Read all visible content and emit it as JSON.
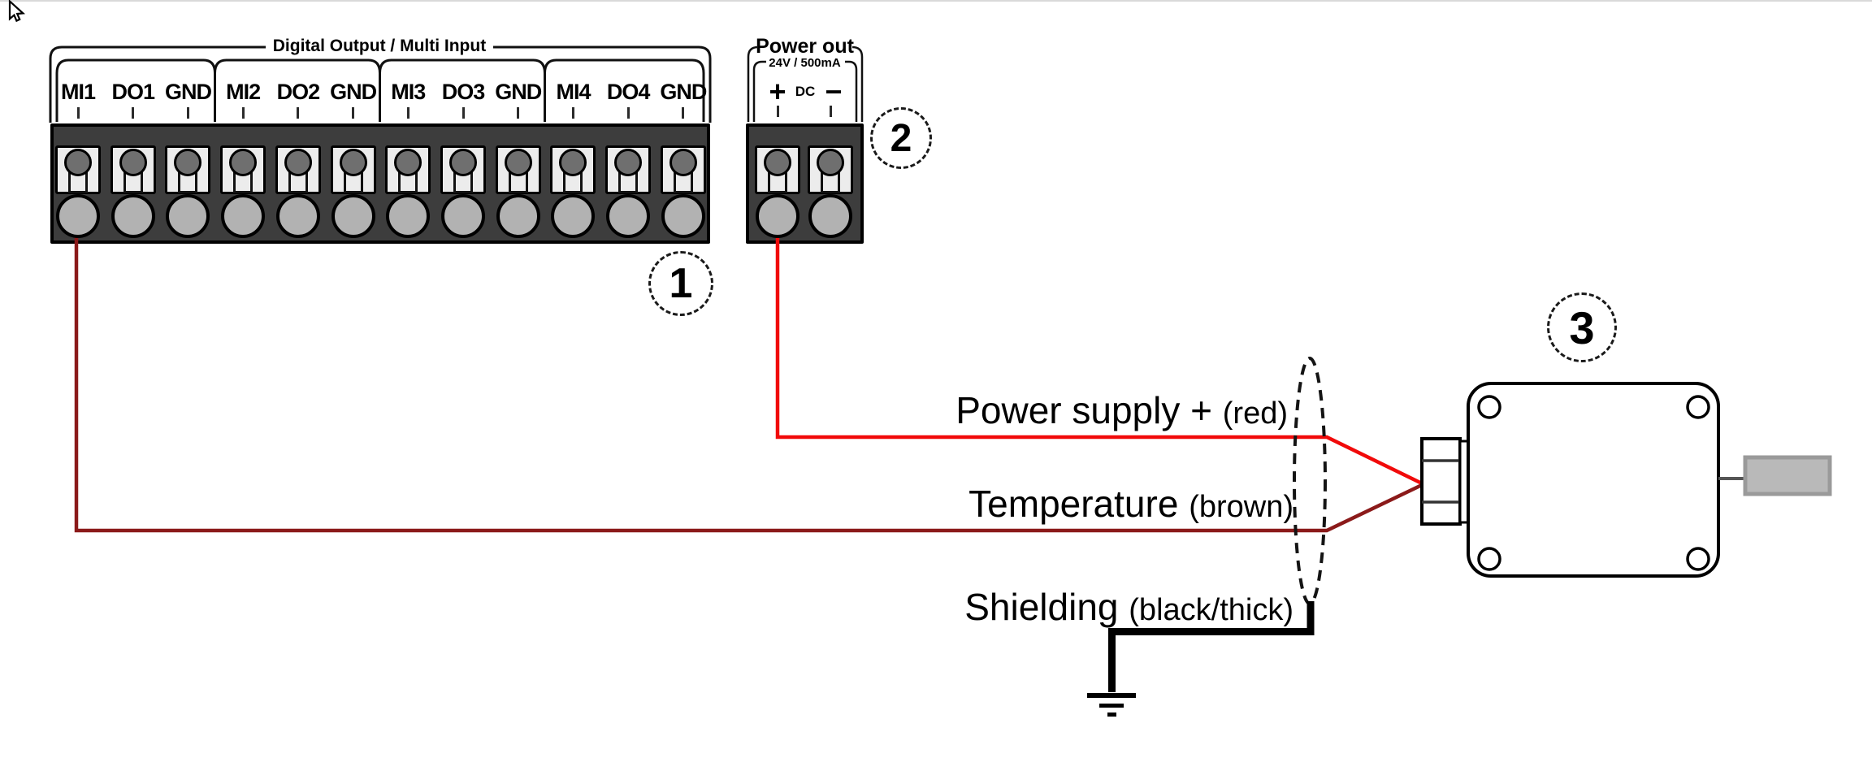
{
  "block1": {
    "title": "Digital Output / Multi Input",
    "terminals": [
      "MI1",
      "DO1",
      "GND",
      "MI2",
      "DO2",
      "GND",
      "MI3",
      "DO3",
      "GND",
      "MI4",
      "DO4",
      "GND"
    ]
  },
  "block2": {
    "title": "Power out",
    "subtitle": "24V / 500mA",
    "plus": "+",
    "dc": "DC",
    "minus": "−"
  },
  "callouts": [
    {
      "number": "1"
    },
    {
      "number": "2"
    },
    {
      "number": "3"
    }
  ],
  "wires": [
    {
      "name": "power-supply-wire",
      "label": "Power supply +",
      "color_note": "(red)",
      "color": "#f10a0a"
    },
    {
      "name": "temperature-wire",
      "label": "Temperature",
      "color_note": "(brown)",
      "color": "#8b1a1a"
    },
    {
      "name": "shielding-wire",
      "label": "Shielding",
      "color_note": "(black/thick)",
      "color": "#000000"
    }
  ],
  "colors": {
    "terminal_body": "#3d3d3d",
    "terminal_slot": "#ececec",
    "screw_head": "#6f6f6f",
    "wire_hole": "#b2b2b2",
    "probe_fill": "#b9b9b9",
    "probe_border": "#9a9a9a"
  }
}
